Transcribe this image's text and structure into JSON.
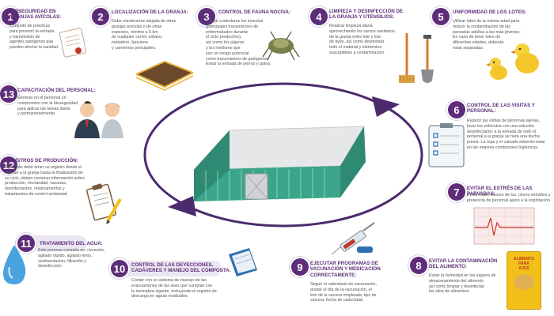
{
  "items": [
    {
      "n": "1",
      "title": "BIOSEGURIDAD EN\nGRANJAS AVÍCOLAS:",
      "text": "Conjunto de prácticas\npara prevenir la entrada\ny transmisión de\nagentes patógenos que\npueden afectar la sanidad."
    },
    {
      "n": "2",
      "title": "LOCALIZACIÓN DE LA GRANJA:",
      "text": "Debe mantenerse alejada de otras\ngranjas avícolas o de otras\nespecies, mínimo a 5 km\nde cualquier centro urbano,\nmatadero, basurero\ny carreteras principales."
    },
    {
      "n": "3",
      "title": "CONTROL DE FAUNA NOCIVA:",
      "text": "Deben controlarse los insectos\n(principales transmisores de\nenfermedades durante\nel ciclo productivo),\nasí como los pájaros\ny los roedores que\nson un riesgo potencial\ncomo transmisores de patógenos.\nEvitar la entrada de perros y gatos."
    },
    {
      "n": "4",
      "title": "LIMPIEZA Y DESINFECCIÓN DE\nLA GRANJA Y UTENSILIOS:",
      "text": "Realizar limpieza diaria\naprovechando los vacíos sanitarios\nde la granja entre lote y lote\nde aves, así como desmontar\ntodo el material y elementos\nsusceptibles a contaminación."
    },
    {
      "n": "5",
      "title": "UNIFORMIDAD DE LOS LOTES:",
      "text": "Utilizar lotes de la misma edad para\nreducir la contaminación de las\nparvadas adultas a las más jóvenes;\nEn caso de tener lotes de\ndiferentes edades, deberán\nestar separadas."
    },
    {
      "n": "6",
      "title": "CONTROL DE LAS VISITAS Y\nPERSONAL:",
      "text": "Reducir las visitas de personas ajenas,\nlavar los vehículos con una solución\ndesinfectante; a la entrada de todo el\npersonal a la granja se hará una ducha\nprevia. La ropa y el calzado deberán estar\nen las mejores condiciones higiénicas."
    },
    {
      "n": "7",
      "title": "EVITAR EL ESTRÉS DE LAS PARVADAS:",
      "text": "Evitar ruido, exceso de luz, olores extraños y\npresencia de personal ajeno a la explotación."
    },
    {
      "n": "8",
      "title": "EVITAR LA CONTAMINACIÓN\nDEL ALIMENTO:",
      "text": "Evitar la humedad en los lugares de\nalmacenamiento del alimento\nasí como limpiar y desinfectar\nlos silos de alimentos."
    },
    {
      "n": "9",
      "title": "EJECUTAR PROGRAMAS DE\nVACUNACIÓN Y MEDICACIÓN\nCORRECTAMENTE:",
      "text": "Seguir el calendario de vacunación,\nanotar el día de la vacunación, el\nlote de la vacuna empleada, tipo de\nvacuna, fecha de caducidad."
    },
    {
      "n": "10",
      "title": "CONTROL DE LAS DEYECCIONES,\nCADÁVERES Y MANEJO DEL COMPOSTA:",
      "text": "Contar con un sistema de manejo de las\nevacuaciones de las aves que cumplan con\nla normativa vigente, incluyendo el registro de\ndescarga en aguas residuales."
    },
    {
      "n": "11",
      "title": "TRATAMIENTO DEL AGUA:",
      "text": "Este proceso consiste en: cloración,\nagitado rápido, agitado lento,\nsedimentación, filtración y\ndesinfección."
    },
    {
      "n": "12",
      "title": "REGISTROS DE PRODUCCIÓN:",
      "text": "Cada lote debe tener su registro desde el\ningreso a la granja hasta la finalización de\nsu ciclo, deben contener información sobre\nproducción, mortandad, vacunas,\ndesinfectantes, medicamentos y\ntratamientos de control ambiental."
    },
    {
      "n": "13",
      "title": "CAPACITACIÓN DEL PERSONAL:",
      "text": "Generar en el personal un\ncompromiso con la bioseguridad\npara aplicar las tareas diaria\ny permanentemente."
    }
  ],
  "feed_bag": {
    "line1": "ALIMENTO",
    "line2": "PARA",
    "line3": "AVES"
  },
  "colors": {
    "accent": "#5e2d79",
    "pill": "#ebe6f1",
    "cycle": "#4b2a6e",
    "barn_wall": "#3aa58a",
    "roof": "#e6e7e8"
  }
}
